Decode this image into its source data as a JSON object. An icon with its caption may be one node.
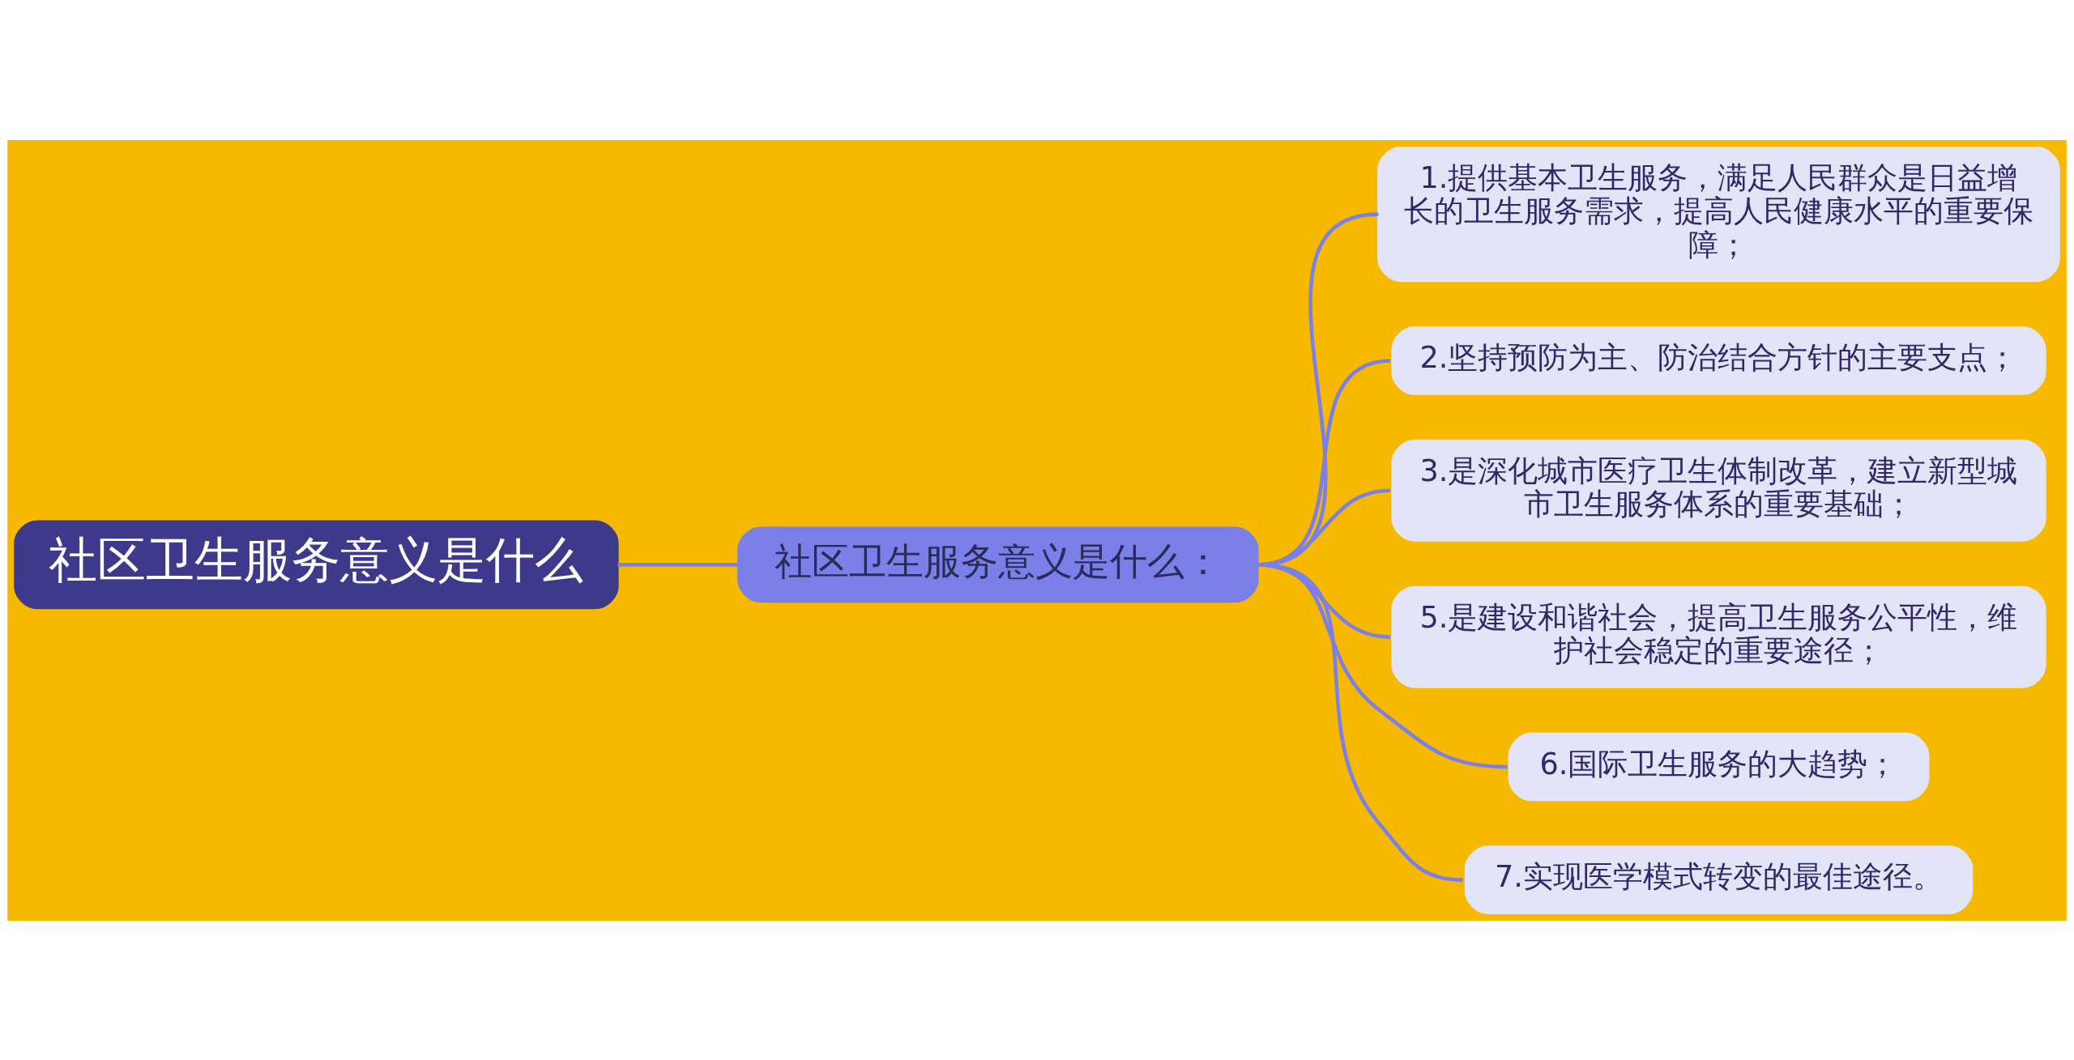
{
  "diagram": {
    "nodes": [
      {
        "text": [
          "社区卫生服务意义是什么"
        ]
      },
      {
        "text": [
          "社区卫生服务意义是什么："
        ]
      },
      {
        "text": [
          "1.提供基本卫生服务，满足人民群众是日益增长的卫生服务需求，提高人民健康水平的重要保障；"
        ]
      },
      {
        "text": [
          "2.坚持预防为主、防治结合方针的主要支点；"
        ]
      },
      {
        "text": [
          "3.是深化城市医疗卫生体制改革，建立新型城市卫生服务体系的重要基础；"
        ]
      },
      {
        "text": [
          "5.是建设和谐社会，提高卫生服务公平性，维护社会稳定的重要途径；"
        ]
      },
      {
        "text": [
          "6.国际卫生服务的大趋势；"
        ]
      },
      {
        "text": [
          "7.实现医学模式转变的最佳途径。"
        ]
      }
    ],
    "edges": [
      {
        "from": 0,
        "to": 1,
        "arrow": "none"
      },
      {
        "from": 1,
        "to": 2,
        "arrow": "none"
      },
      {
        "from": 1,
        "to": 3,
        "arrow": "none"
      },
      {
        "from": 1,
        "to": 4,
        "arrow": "none"
      },
      {
        "from": 1,
        "to": 5,
        "arrow": "none"
      },
      {
        "from": 1,
        "to": 6,
        "arrow": "none"
      },
      {
        "from": 1,
        "to": 7,
        "arrow": "none"
      }
    ]
  }
}
